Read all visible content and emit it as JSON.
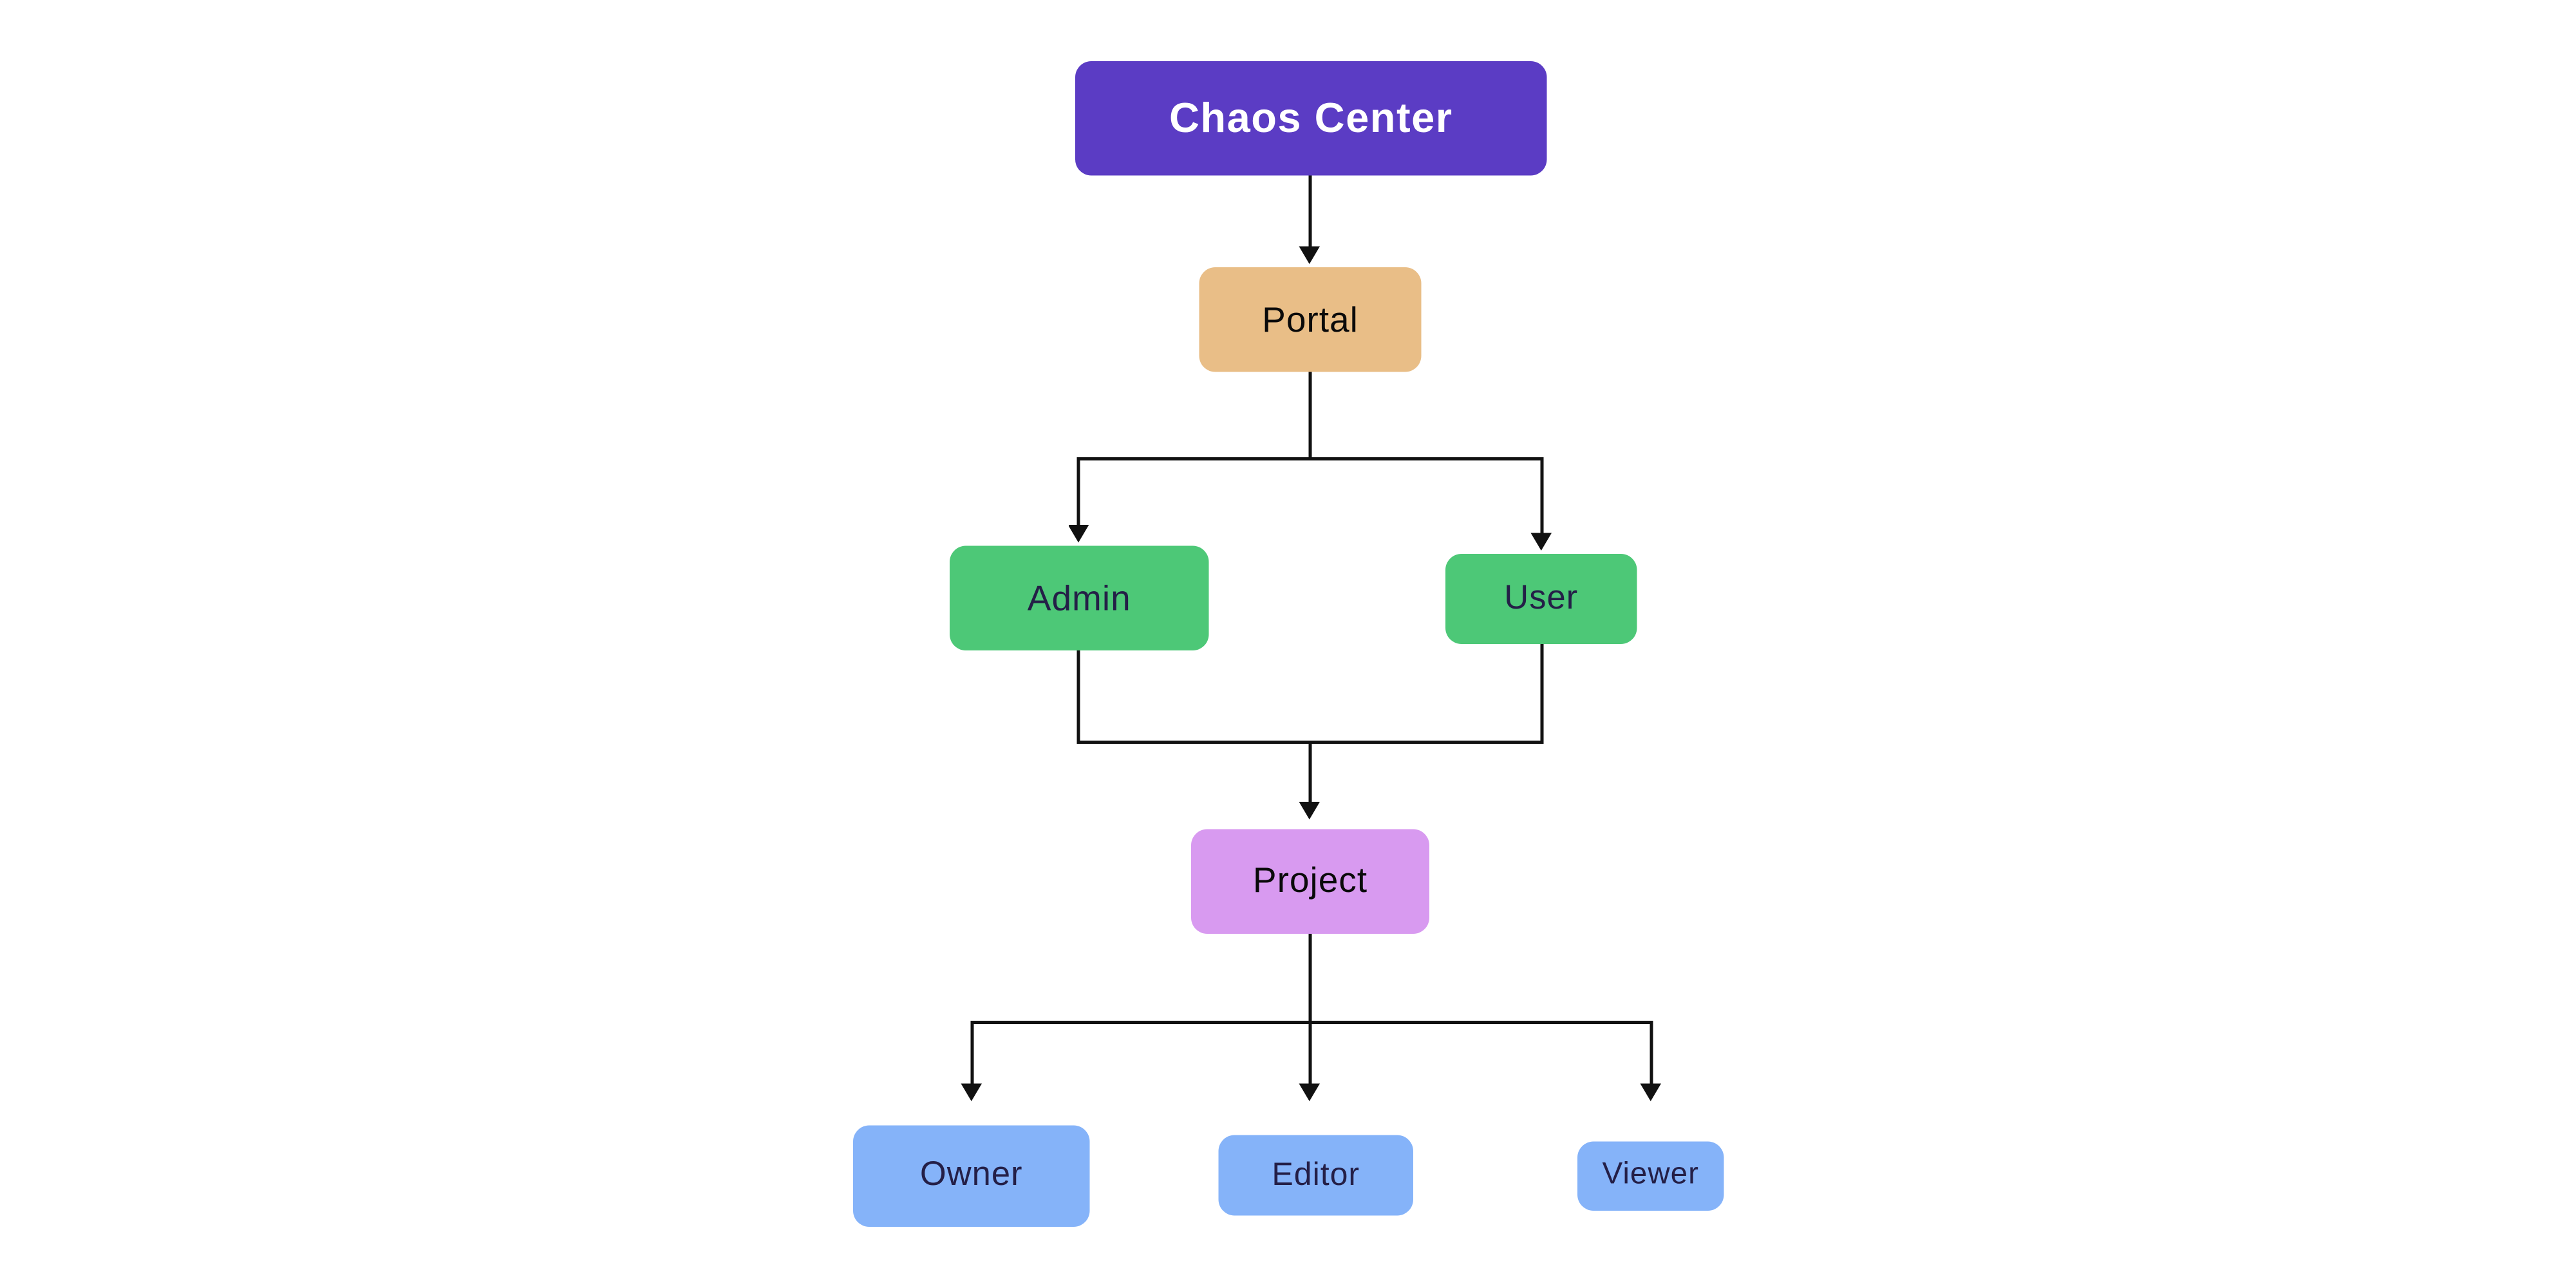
{
  "diagram": {
    "title": "Chaos Center role hierarchy flowchart",
    "background_color": "#ffffff",
    "connector_color": "#111111",
    "nodes": [
      {
        "id": "chaos-center",
        "label": "Chaos Center",
        "bg": "#5B3CC4",
        "text_color": "#FFFFFF"
      },
      {
        "id": "portal",
        "label": "Portal",
        "bg": "#E9BE87",
        "text_color": "#0A0A0A"
      },
      {
        "id": "admin",
        "label": "Admin",
        "bg": "#4DC877",
        "text_color": "#241F47"
      },
      {
        "id": "user",
        "label": "User",
        "bg": "#4DC877",
        "text_color": "#241F47"
      },
      {
        "id": "project",
        "label": "Project",
        "bg": "#D89AF0",
        "text_color": "#0A0A0A"
      },
      {
        "id": "owner",
        "label": "Owner",
        "bg": "#85B3F9",
        "text_color": "#241F47"
      },
      {
        "id": "editor",
        "label": "Editor",
        "bg": "#85B3F9",
        "text_color": "#241F47"
      },
      {
        "id": "viewer",
        "label": "Viewer",
        "bg": "#85B3F9",
        "text_color": "#241F47"
      }
    ],
    "edges": [
      {
        "from": "chaos-center",
        "to": "portal"
      },
      {
        "from": "portal",
        "to": "admin"
      },
      {
        "from": "portal",
        "to": "user"
      },
      {
        "from": "admin",
        "to": "project"
      },
      {
        "from": "user",
        "to": "project"
      },
      {
        "from": "project",
        "to": "owner"
      },
      {
        "from": "project",
        "to": "editor"
      },
      {
        "from": "project",
        "to": "viewer"
      }
    ]
  }
}
